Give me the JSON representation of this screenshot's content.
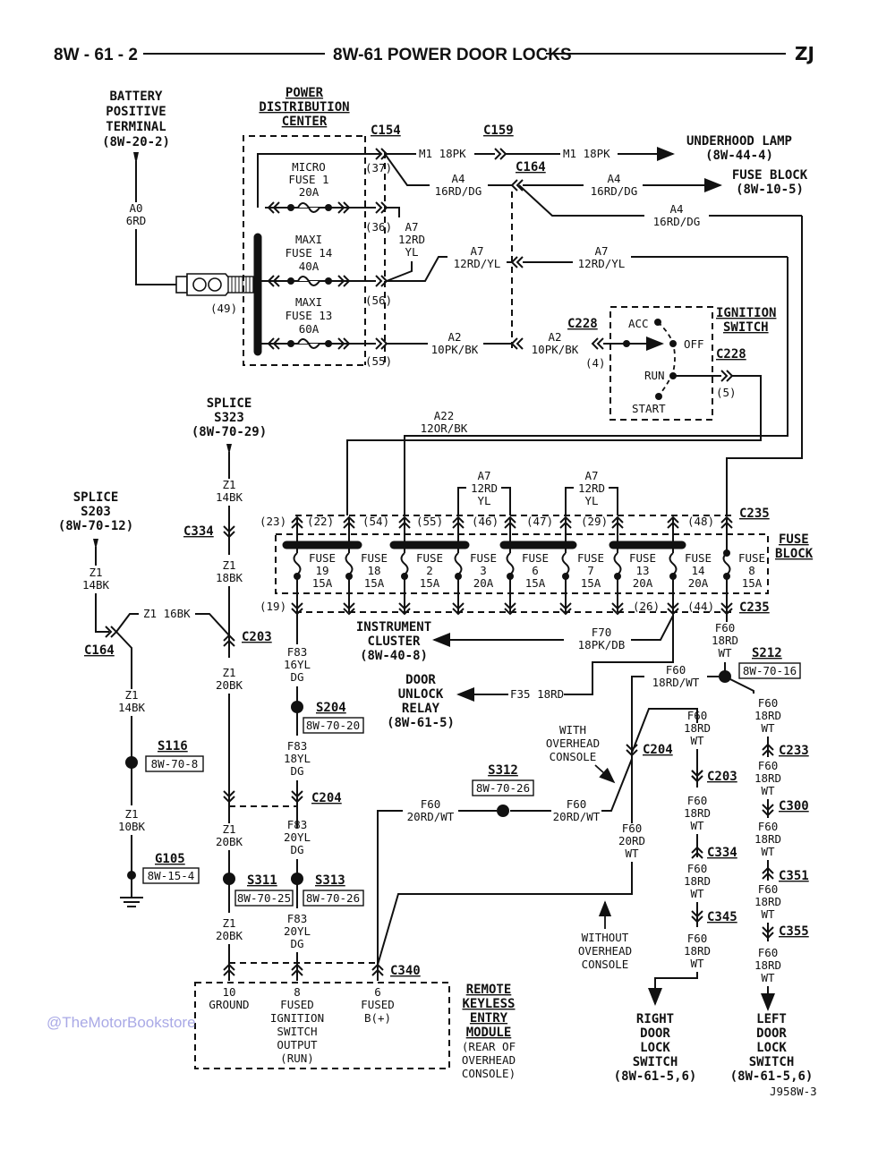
{
  "header": {
    "page": "8W - 61 - 2",
    "title": "8W-61 POWER DOOR LOCKS",
    "model": "ZJ"
  },
  "watermark": "@TheMotorBookstore",
  "figure_id": "J958W-3",
  "battery": {
    "l1": "BATTERY",
    "l2": "POSITIVE",
    "l3": "TERMINAL",
    "ref": "(8W-20-2)",
    "wire_code": "A0",
    "wire_gauge": "6RD",
    "cavity": "(49)"
  },
  "pdc": {
    "l1": "POWER",
    "l2": "DISTRIBUTION",
    "l3": "CENTER",
    "fuses": [
      {
        "l1": "MICRO",
        "l2": "FUSE 1",
        "l3": "20A"
      },
      {
        "l1": "MAXI",
        "l2": "FUSE 14",
        "l3": "40A"
      },
      {
        "l1": "MAXI",
        "l2": "FUSE 13",
        "l3": "60A"
      }
    ],
    "cavities": [
      "(37)",
      "(36)",
      "(56)",
      "(55)"
    ]
  },
  "connectors": {
    "c154": "C154",
    "c159": "C159",
    "c164": "C164",
    "c228": "C228",
    "c235": "C235",
    "c334": "C334",
    "c203": "C203",
    "c204": "C204",
    "c233": "C233",
    "c300": "C300",
    "c351": "C351",
    "c355": "C355",
    "c345": "C345",
    "c340": "C340"
  },
  "wires": {
    "m1_a": "M1 18PK",
    "m1_b": "M1 18PK",
    "a4_code": "A4",
    "a4_gauge": "16RD/DG",
    "a7_code": "A7",
    "a7_gauge": "12RD/YL",
    "a7_g1": "12RD",
    "a7_g2": "YL",
    "a2_code": "A2",
    "a2_gauge": "10PK/BK",
    "a22_code": "A22",
    "a22_gauge": "12OR/BK",
    "z1": "Z1",
    "z1_14": "14BK",
    "z1_18": "18BK",
    "z1_16": "Z1 16BK",
    "z1_20": "20BK",
    "z1_10": "10BK",
    "f83": "F83",
    "f83_16": "16YL",
    "f83_18": "18YL",
    "f83_20": "20YL",
    "dg": "DG",
    "f70": "F70",
    "f70_g": "18PK/DB",
    "f35": "F35 18RD",
    "f60": "F60",
    "f60_18rd": "18RD",
    "wt": "WT",
    "f60_18rdwt": "18RD/WT",
    "f60_20rdwt": "20RD/WT",
    "f60_20rd": "20RD"
  },
  "destinations": {
    "underhood": {
      "l1": "UNDERHOOD LAMP",
      "ref": "(8W-44-4)"
    },
    "fuse_block": {
      "l1": "FUSE BLOCK",
      "ref": "(8W-10-5)"
    },
    "cluster": {
      "l1": "INSTRUMENT",
      "l2": "CLUSTER",
      "ref": "(8W-40-8)"
    },
    "relay": {
      "l1": "DOOR",
      "l2": "UNLOCK",
      "l3": "RELAY",
      "ref": "(8W-61-5)"
    },
    "right_sw": {
      "l1": "RIGHT",
      "l2": "DOOR",
      "l3": "LOCK",
      "l4": "SWITCH",
      "ref": "(8W-61-5,6)"
    },
    "left_sw": {
      "l1": "LEFT",
      "l2": "DOOR",
      "l3": "LOCK",
      "l4": "SWITCH",
      "ref": "(8W-61-5,6)"
    }
  },
  "ignition": {
    "l1": "IGNITION",
    "l2": "SWITCH",
    "acc": "ACC",
    "off": "OFF",
    "run": "RUN",
    "start": "START",
    "pin4": "(4)",
    "pin5": "(5)"
  },
  "fuse_block": {
    "l1": "FUSE",
    "l2": "BLOCK",
    "top_cavities": [
      "(23)",
      "(22)",
      "(54)",
      "(55)",
      "(46)",
      "(47)",
      "(29)",
      "(48)"
    ],
    "bottom_cavities": [
      "(19)",
      "(26)",
      "(44)"
    ],
    "fuses": [
      {
        "n": "19",
        "a": "15A"
      },
      {
        "n": "18",
        "a": "15A"
      },
      {
        "n": "2",
        "a": "15A"
      },
      {
        "n": "3",
        "a": "20A"
      },
      {
        "n": "6",
        "a": "15A"
      },
      {
        "n": "7",
        "a": "15A"
      },
      {
        "n": "13",
        "a": "20A"
      },
      {
        "n": "14",
        "a": "20A"
      },
      {
        "n": "8",
        "a": "15A"
      }
    ],
    "fuse_word": "FUSE"
  },
  "splices": {
    "s323": {
      "l1": "SPLICE",
      "l2": "S323",
      "ref": "(8W-70-29)"
    },
    "s203": {
      "l1": "SPLICE",
      "l2": "S203",
      "ref": "(8W-70-12)"
    },
    "s116": {
      "id": "S116",
      "ref": "8W-70-8"
    },
    "g105": {
      "id": "G105",
      "ref": "8W-15-4"
    },
    "s204": {
      "id": "S204",
      "ref": "8W-70-20"
    },
    "s311": {
      "id": "S311",
      "ref": "8W-70-25"
    },
    "s313": {
      "id": "S313",
      "ref": "8W-70-26"
    },
    "s312": {
      "id": "S312",
      "ref": "8W-70-26"
    },
    "s212": {
      "id": "S212",
      "ref": "8W-70-16"
    }
  },
  "notes": {
    "with": [
      "WITH",
      "OVERHEAD",
      "CONSOLE"
    ],
    "without": [
      "WITHOUT",
      "OVERHEAD",
      "CONSOLE"
    ]
  },
  "rke": {
    "l1": "REMOTE",
    "l2": "KEYLESS",
    "l3": "ENTRY",
    "l4": "MODULE",
    "n1": "(REAR OF",
    "n2": "OVERHEAD",
    "n3": "CONSOLE)",
    "pins": [
      {
        "num": "10",
        "l1": "GROUND"
      },
      {
        "num": "8",
        "l1": "FUSED",
        "l2": "IGNITION",
        "l3": "SWITCH",
        "l4": "OUTPUT",
        "l5": "(RUN)"
      },
      {
        "num": "6",
        "l1": "FUSED",
        "l2": "B(+)"
      }
    ]
  }
}
